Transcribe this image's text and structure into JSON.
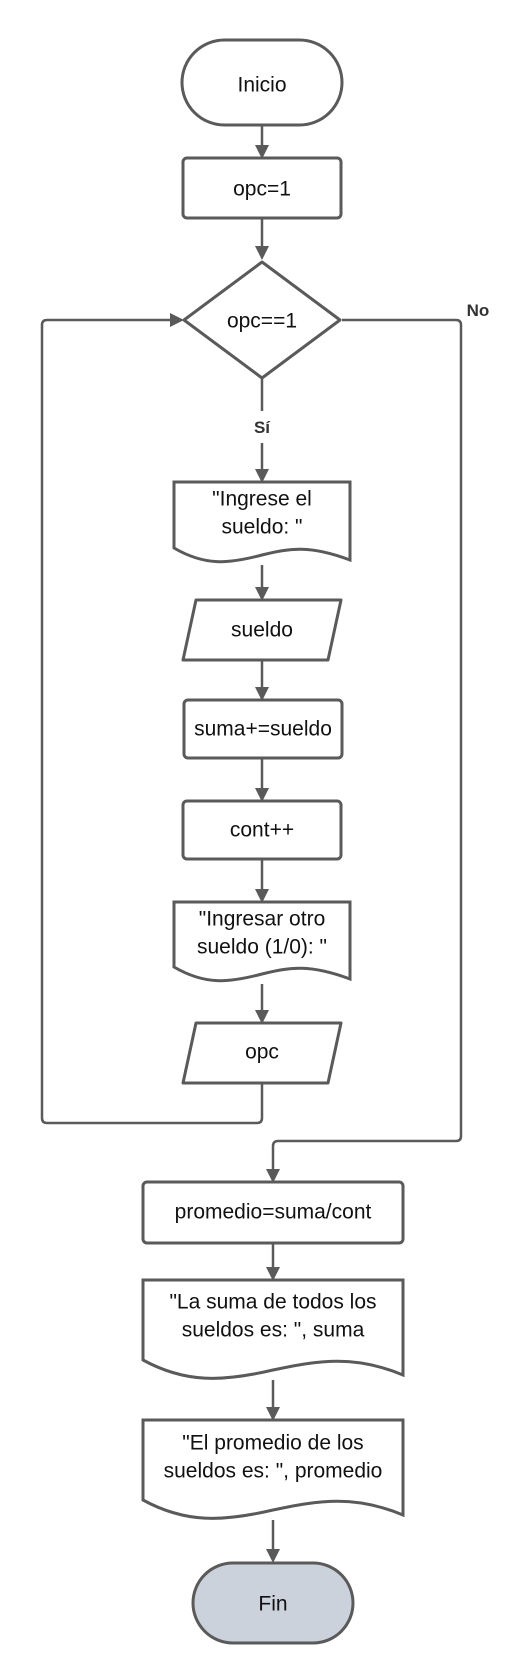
{
  "colors": {
    "stroke": "#5a5a5a",
    "fill": "#ffffff",
    "end_fill": "#ccd2db",
    "text": "#111111"
  },
  "nodes": {
    "start": "Inicio",
    "init_opc": "opc=1",
    "decision": "opc==1",
    "prompt_sueldo": [
      "\"Ingrese el",
      "sueldo: \""
    ],
    "input_sueldo": "sueldo",
    "sum": "suma+=sueldo",
    "count": "cont++",
    "prompt_otro": [
      "\"Ingresar otro",
      "sueldo (1/0): \""
    ],
    "input_opc": "opc",
    "average": "promedio=suma/cont",
    "output_suma": [
      "\"La suma de todos los",
      "sueldos es: \", suma"
    ],
    "output_promedio": [
      "\"El promedio de los",
      "sueldos es: \", promedio"
    ],
    "end": "Fin"
  },
  "edges": {
    "yes_label": "Sí",
    "no_label": "No"
  }
}
